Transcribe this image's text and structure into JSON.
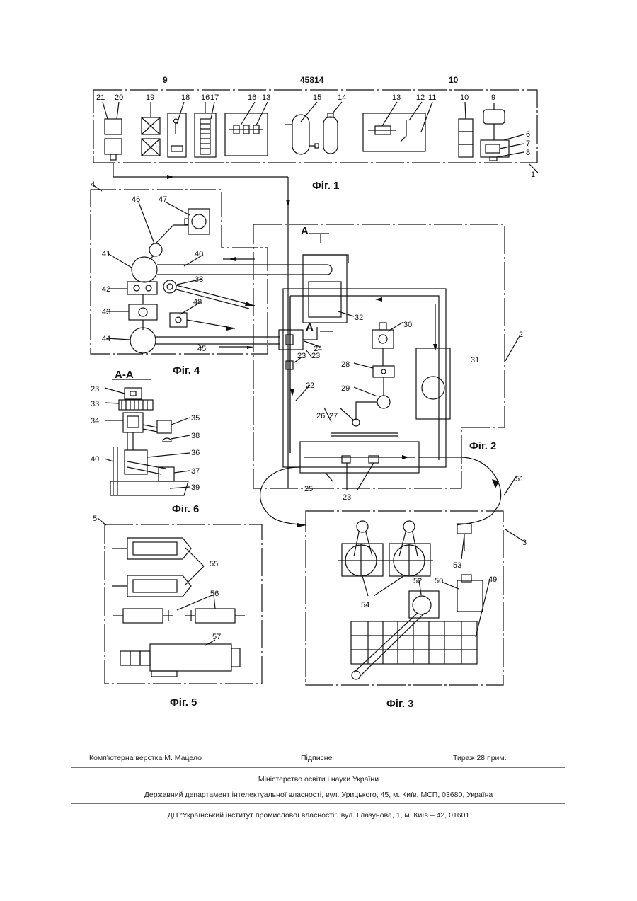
{
  "header": {
    "left_page": "9",
    "doc_number": "45814",
    "right_page": "10"
  },
  "figures": {
    "fig1": {
      "caption": "Фіг. 1",
      "labels": [
        "21",
        "20",
        "19",
        "18",
        "16",
        "17",
        "16",
        "13",
        "15",
        "14",
        "13",
        "12",
        "11",
        "10",
        "9",
        "6",
        "7",
        "8",
        "1"
      ]
    },
    "fig2": {
      "caption": "Фіг. 2",
      "section_mark": "А",
      "labels": [
        "2",
        "32",
        "30",
        "31",
        "28",
        "29",
        "24",
        "23",
        "23",
        "22",
        "26",
        "27",
        "25",
        "23"
      ]
    },
    "fig3": {
      "caption": "Фіг. 3",
      "labels": [
        "51",
        "3",
        "53",
        "54",
        "52",
        "50",
        "49"
      ]
    },
    "fig4": {
      "caption": "Фіг. 4",
      "labels": [
        "4",
        "46",
        "47",
        "41",
        "40",
        "38",
        "42",
        "43",
        "48",
        "44",
        "45"
      ]
    },
    "fig5": {
      "caption": "Фіг. 5",
      "labels": [
        "5",
        "55",
        "56",
        "57"
      ]
    },
    "fig6": {
      "caption": "Фіг. 6",
      "section_title": "А-А",
      "labels": [
        "23",
        "33",
        "34",
        "35",
        "38",
        "36",
        "40",
        "37",
        "39"
      ]
    }
  },
  "footer": {
    "layout": "Комп'ютерна верстка М. Мацело",
    "signed": "Підписне",
    "circulation": "Тираж 28 прим.",
    "ministry": "Міністерство освіти і науки України",
    "department": "Державний департамент інтелектуальної власності, вул. Урицького, 45, м. Київ, МСП, 03680, Україна",
    "institute": "ДП “Український інститут промислової власності”, вул. Глазунова, 1, м. Київ – 42, 01601"
  }
}
